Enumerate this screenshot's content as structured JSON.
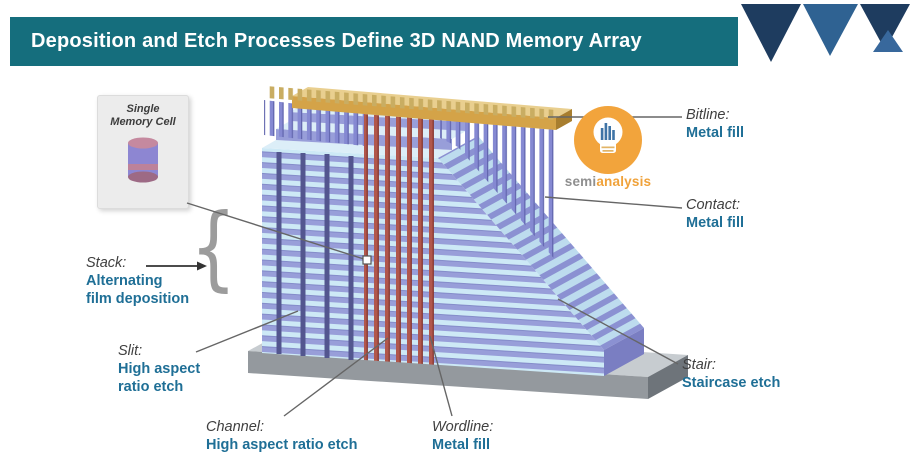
{
  "header": {
    "title": "Deposition and Etch Processes Define 3D NAND Memory Array"
  },
  "inset": {
    "line1": "Single",
    "line2": "Memory Cell"
  },
  "logo": {
    "part1": "semi",
    "part2": "analysis"
  },
  "icons": {
    "stack_brace": "{"
  },
  "labels": {
    "bitline": {
      "title": "Bitline:",
      "lines": [
        "Metal fill"
      ]
    },
    "contact": {
      "title": "Contact:",
      "lines": [
        "Metal fill"
      ]
    },
    "stair": {
      "title": "Stair:",
      "lines": [
        "Staircase etch"
      ]
    },
    "stack": {
      "title": "Stack:",
      "lines": [
        "Alternating",
        "film deposition"
      ]
    },
    "slit": {
      "title": "Slit:",
      "lines": [
        "High aspect",
        "ratio etch"
      ]
    },
    "channel": {
      "title": "Channel:",
      "lines": [
        "High aspect ratio etch"
      ]
    },
    "wordline": {
      "title": "Wordline:",
      "lines": [
        "Metal fill"
      ]
    }
  },
  "colors": {
    "header_bg": "#156e7d",
    "label_text": "#1f6f96",
    "logo_orange": "#f2a43c",
    "stripe_blue": "#cde9f6",
    "stripe_purple": "#989ed9",
    "channel_red": "#b1574c",
    "bitline_gold": "#d4a348",
    "base_gray": "#94999e",
    "triangle_navy": "#1e3c5f"
  }
}
